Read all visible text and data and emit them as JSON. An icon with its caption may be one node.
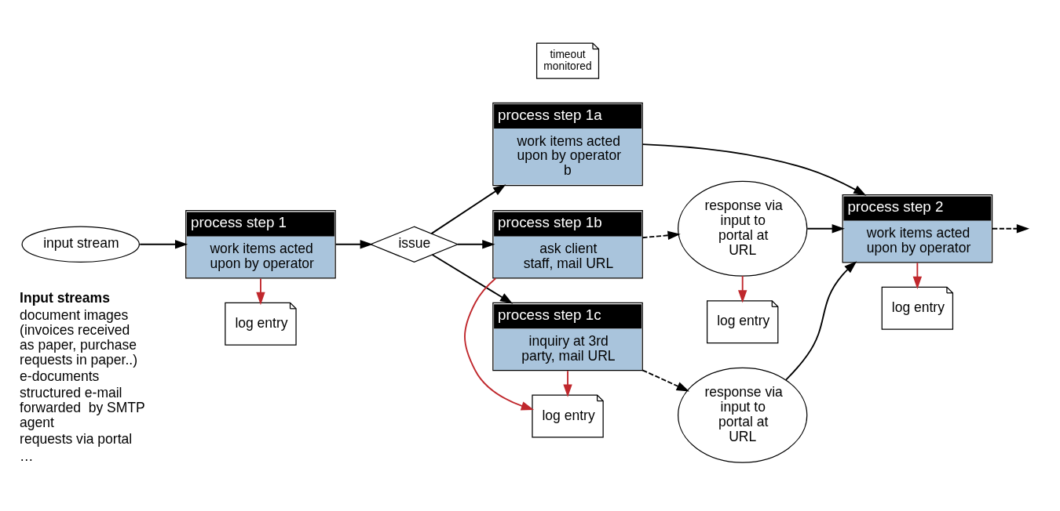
{
  "diagram": {
    "nodes": [
      {
        "text": [
          "input stream"
        ]
      },
      {
        "text": [
          "process step 1",
          "work items acted upon by operator"
        ]
      },
      {
        "text": [
          "issue"
        ]
      },
      {
        "text": [
          "process step 1a",
          "work items acted upon by operator b"
        ]
      },
      {
        "text": [
          "process step 1b",
          "ask client staff, mail URL"
        ]
      },
      {
        "text": [
          "process step 1c",
          "inquiry at 3rd party, mail URL"
        ]
      },
      {
        "text": [
          "response via input to portal at URL"
        ]
      },
      {
        "text": [
          "response via input to portal at URL"
        ]
      },
      {
        "text": [
          "process step 2",
          "work items acted upon by operator"
        ]
      },
      {
        "text": [
          "timeout monitored"
        ]
      },
      {
        "text": [
          "log entry"
        ]
      },
      {
        "text": [
          "log entry"
        ]
      },
      {
        "text": [
          "log entry"
        ]
      },
      {
        "text": [
          "log entry"
        ]
      }
    ],
    "edges": [
      {
        "from": 0,
        "to": 1,
        "arrow": "to"
      },
      {
        "from": 1,
        "to": 2,
        "arrow": "to"
      },
      {
        "from": 2,
        "to": 3,
        "arrow": "to"
      },
      {
        "from": 2,
        "to": 4,
        "arrow": "to"
      },
      {
        "from": 2,
        "to": 5,
        "arrow": "to"
      },
      {
        "from": 3,
        "to": 8,
        "arrow": "to"
      },
      {
        "from": 4,
        "to": 6,
        "arrow": "to",
        "style": "dashed"
      },
      {
        "from": 5,
        "to": 7,
        "arrow": "to",
        "style": "dashed"
      },
      {
        "from": 6,
        "to": 8,
        "arrow": "to"
      },
      {
        "from": 7,
        "to": 8,
        "arrow": "to"
      },
      {
        "from": 8,
        "to": null,
        "arrow": "to",
        "style": "dashed"
      },
      {
        "from": 1,
        "to": 10,
        "arrow": "to",
        "color": "#c0282d"
      },
      {
        "from": 4,
        "to": 11,
        "arrow": "to",
        "color": "#c0282d"
      },
      {
        "from": 5,
        "to": 11,
        "arrow": "to",
        "color": "#c0282d"
      },
      {
        "from": 6,
        "to": 12,
        "arrow": "to",
        "color": "#c0282d"
      },
      {
        "from": 8,
        "to": 13,
        "arrow": "to",
        "color": "#c0282d"
      }
    ],
    "labels": [
      "Input streams",
      "document images (invoices received as paper, purchase requests in paper..)",
      "e-documents",
      "structured e-mail forwarded  by SMTP agent",
      "requests via portal",
      "…"
    ]
  }
}
